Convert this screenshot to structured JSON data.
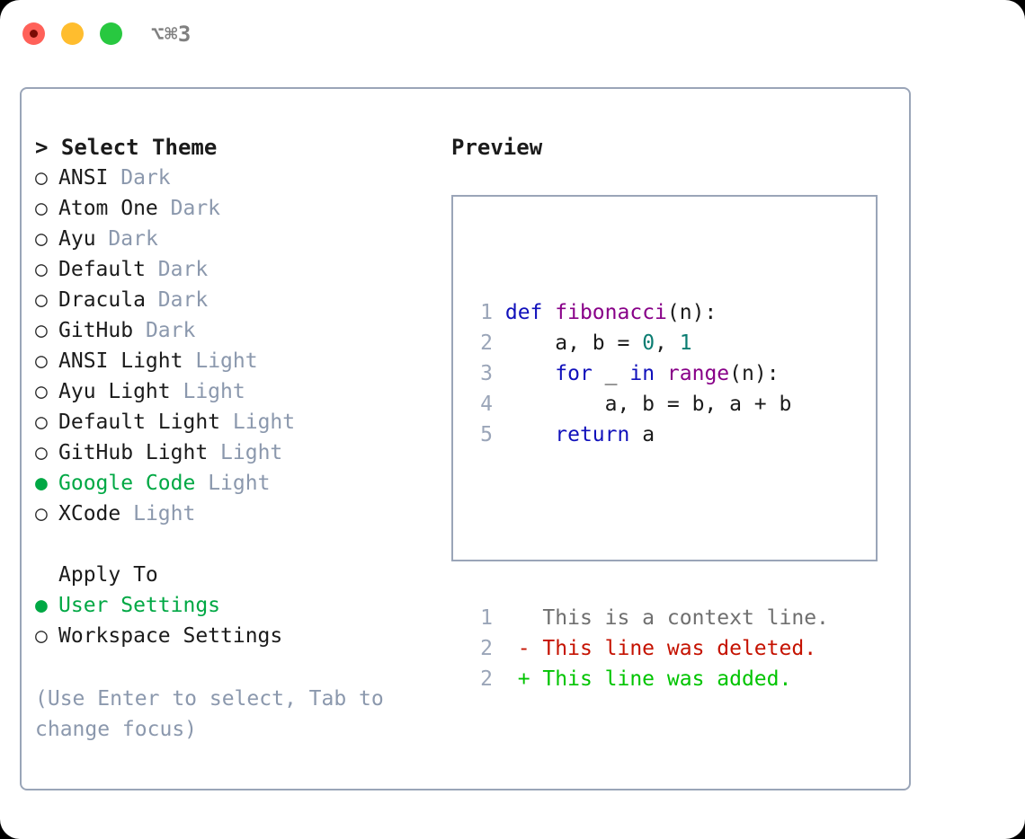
{
  "window": {
    "title": "⌥⌘3",
    "traffic_lights": [
      "close-red",
      "minimize-yellow",
      "maximize-green"
    ],
    "colors": {
      "red": "#ff6159",
      "yellow": "#ffbd2e",
      "green": "#28c840",
      "border": "#9aa5b8",
      "accent_green": "#00a844",
      "muted": "#8b98ad"
    }
  },
  "theme_list": {
    "header": "> Select Theme",
    "items": [
      {
        "marker": "○",
        "name": "ANSI",
        "category": "Dark",
        "selected": false
      },
      {
        "marker": "○",
        "name": "Atom One",
        "category": "Dark",
        "selected": false
      },
      {
        "marker": "○",
        "name": "Ayu",
        "category": "Dark",
        "selected": false
      },
      {
        "marker": "○",
        "name": "Default",
        "category": "Dark",
        "selected": false
      },
      {
        "marker": "○",
        "name": "Dracula",
        "category": "Dark",
        "selected": false
      },
      {
        "marker": "○",
        "name": "GitHub",
        "category": "Dark",
        "selected": false
      },
      {
        "marker": "○",
        "name": "ANSI Light",
        "category": "Light",
        "selected": false
      },
      {
        "marker": "○",
        "name": "Ayu Light",
        "category": "Light",
        "selected": false
      },
      {
        "marker": "○",
        "name": "Default Light",
        "category": "Light",
        "selected": false
      },
      {
        "marker": "○",
        "name": "GitHub Light",
        "category": "Light",
        "selected": false
      },
      {
        "marker": "●",
        "name": "Google Code",
        "category": "Light",
        "selected": true
      },
      {
        "marker": "○",
        "name": "XCode",
        "category": "Light",
        "selected": false
      }
    ]
  },
  "apply_to": {
    "header": "Apply To",
    "items": [
      {
        "marker": "●",
        "name": "User Settings",
        "selected": true
      },
      {
        "marker": "○",
        "name": "Workspace Settings",
        "selected": false
      }
    ]
  },
  "hint": "(Use Enter to select, Tab to change focus)",
  "preview": {
    "title": "Preview",
    "code_lines": [
      {
        "num": "1",
        "tokens": [
          {
            "t": "def",
            "c": "kw"
          },
          {
            "t": " ",
            "c": "pln"
          },
          {
            "t": "fibonacci",
            "c": "fn"
          },
          {
            "t": "(n):",
            "c": "pln"
          }
        ]
      },
      {
        "num": "2",
        "tokens": [
          {
            "t": "    a, b = ",
            "c": "pln"
          },
          {
            "t": "0",
            "c": "num"
          },
          {
            "t": ", ",
            "c": "pln"
          },
          {
            "t": "1",
            "c": "num"
          }
        ]
      },
      {
        "num": "3",
        "tokens": [
          {
            "t": "    ",
            "c": "pln"
          },
          {
            "t": "for",
            "c": "kw"
          },
          {
            "t": " _ ",
            "c": "pln"
          },
          {
            "t": "in",
            "c": "kw"
          },
          {
            "t": " ",
            "c": "pln"
          },
          {
            "t": "range",
            "c": "fn"
          },
          {
            "t": "(n):",
            "c": "pln"
          }
        ]
      },
      {
        "num": "4",
        "tokens": [
          {
            "t": "        a, b = b, a + b",
            "c": "pln"
          }
        ]
      },
      {
        "num": "5",
        "tokens": [
          {
            "t": "    ",
            "c": "pln"
          },
          {
            "t": "return",
            "c": "kw"
          },
          {
            "t": " a",
            "c": "pln"
          }
        ]
      }
    ],
    "diff_lines": [
      {
        "num": "1",
        "sign": "  ",
        "text": "This is a context line.",
        "kind": "ctx"
      },
      {
        "num": "2",
        "sign": "- ",
        "text": "This line was deleted.",
        "kind": "del"
      },
      {
        "num": "2",
        "sign": "+ ",
        "text": "This line was added.",
        "kind": "add"
      }
    ]
  }
}
